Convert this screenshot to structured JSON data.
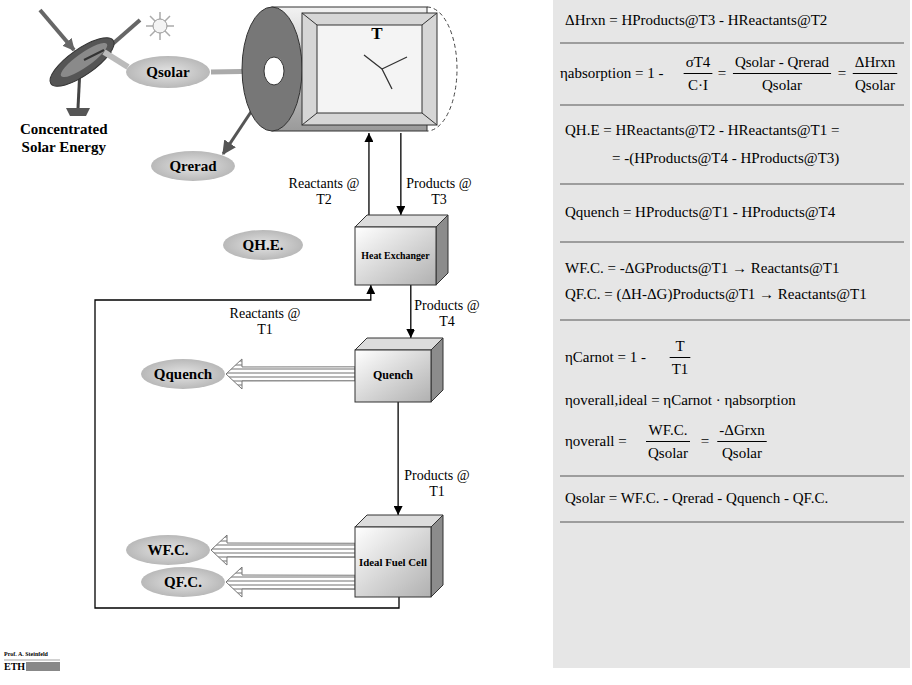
{
  "diagram": {
    "nodes": [
      {
        "text": [
          "T"
        ]
      },
      {
        "text": [
          "Qsolar"
        ]
      },
      {
        "text": [
          "Qrerad"
        ]
      },
      {
        "text": [
          "QH.E."
        ]
      },
      {
        "text": [
          "Heat Exchanger"
        ]
      },
      {
        "text": [
          "Qquench"
        ]
      },
      {
        "text": [
          "Quench"
        ]
      },
      {
        "text": [
          "WF.C."
        ]
      },
      {
        "text": [
          "QF.C."
        ]
      },
      {
        "text": [
          "Ideal Fuel Cell"
        ]
      },
      {
        "text": [
          "ΔHrxn = HProducts@T3 - HReactants@T2",
          "ηabsorption = 1 -",
          "σT4",
          "C·I",
          "=",
          "Qsolar - Qrerad",
          "Qsolar",
          "=",
          "ΔHrxn",
          "Qsolar",
          "QH.E = HReactants@T2 - HReactants@T1 =",
          "= -(HProducts@T4 - HProducts@T3)",
          "Qquench = HProducts@T1 - HProducts@T4",
          "WF.C. = -ΔGProducts@T1 → Reactants@T1",
          "QF.C. = (ΔH-ΔG)Products@T1 → Reactants@T1",
          "ηCarnot = 1 -",
          "T",
          "T1",
          "ηoverall,ideal = ηCarnot · ηabsorption",
          "ηoverall =",
          "WF.C.",
          "Qsolar",
          "=",
          "-ΔGrxn",
          "Qsolar",
          "Qsolar = WF.C. - Qrerad - Qquench - QF.C."
        ]
      }
    ],
    "edges": [
      {
        "from": 1,
        "to": 0,
        "arrow": "to"
      },
      {
        "from": 0,
        "to": 2,
        "arrow": "to"
      },
      {
        "from": 4,
        "to": 0,
        "label": "Reactants @ T2",
        "arrow": "to"
      },
      {
        "from": 0,
        "to": 4,
        "label": "Products @ T3",
        "arrow": "to"
      },
      {
        "from": 4,
        "to": 6,
        "label": "Products @ T4",
        "arrow": "to"
      },
      {
        "from": 6,
        "to": 9,
        "label": "Products @ T1",
        "arrow": "to"
      },
      {
        "from": 9,
        "to": 4,
        "label": "Reactants @ T1",
        "arrow": "to"
      },
      {
        "from": 6,
        "to": 5,
        "arrow": "to"
      },
      {
        "from": 9,
        "to": 7,
        "arrow": "to"
      },
      {
        "from": 9,
        "to": 8,
        "arrow": "to"
      }
    ],
    "labels": [
      "Concentrated Solar Energy",
      "Prof. A. Steinfeld",
      "ETH"
    ]
  }
}
